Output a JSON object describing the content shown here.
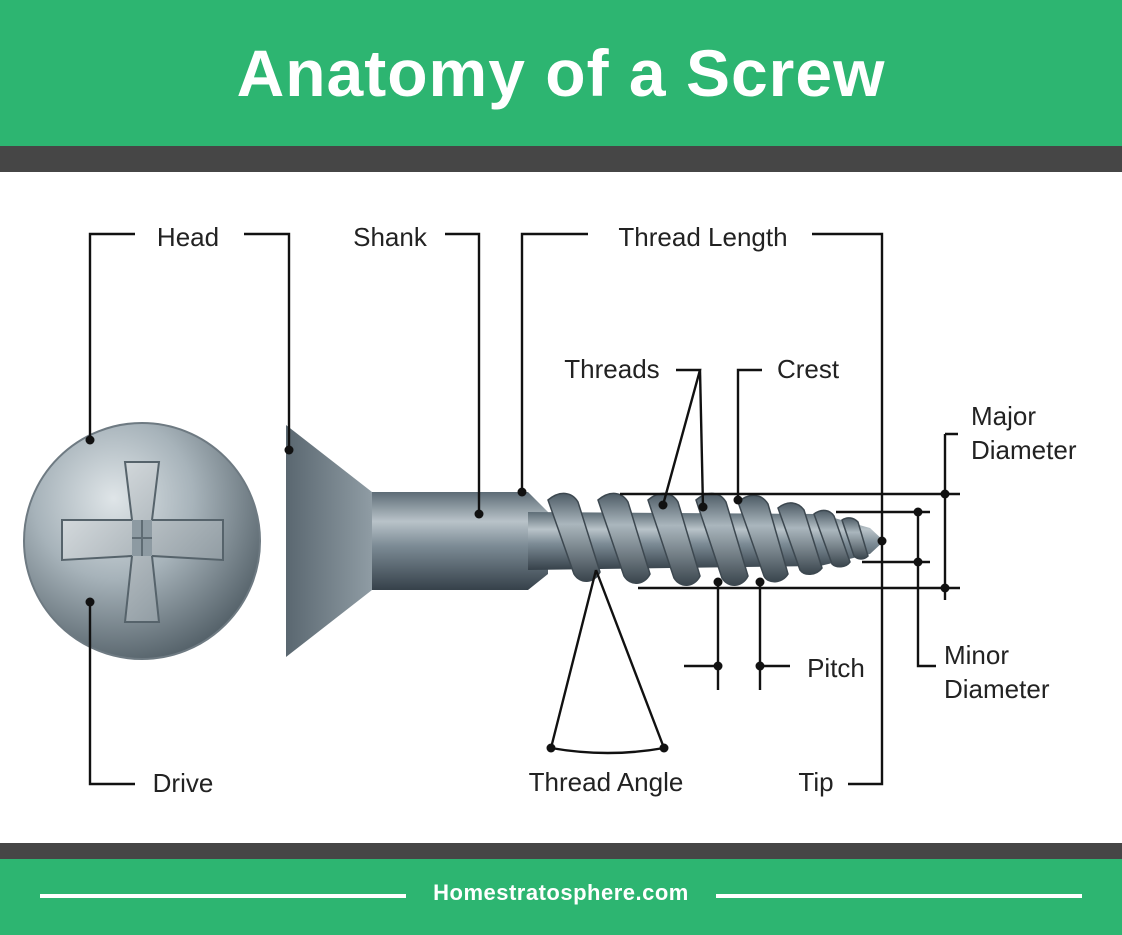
{
  "header": {
    "title": "Anatomy of a Screw"
  },
  "footer": {
    "site": "Homestratosphere.com"
  },
  "labels": {
    "head": "Head",
    "shank": "Shank",
    "thread_length": "Thread Length",
    "threads": "Threads",
    "crest": "Crest",
    "major_diameter_1": "Major",
    "major_diameter_2": "Diameter",
    "minor_diameter_1": "Minor",
    "minor_diameter_2": "Diameter",
    "pitch": "Pitch",
    "thread_angle": "Thread Angle",
    "tip": "Tip",
    "drive": "Drive"
  },
  "colors": {
    "brand_green": "#2db571",
    "dark_bar": "#464646",
    "metal": "#6e7f8a",
    "line": "#111111"
  },
  "icons": {
    "screw_head_front": "phillips-drive-head",
    "screw_side": "flat-head-wood-screw"
  }
}
